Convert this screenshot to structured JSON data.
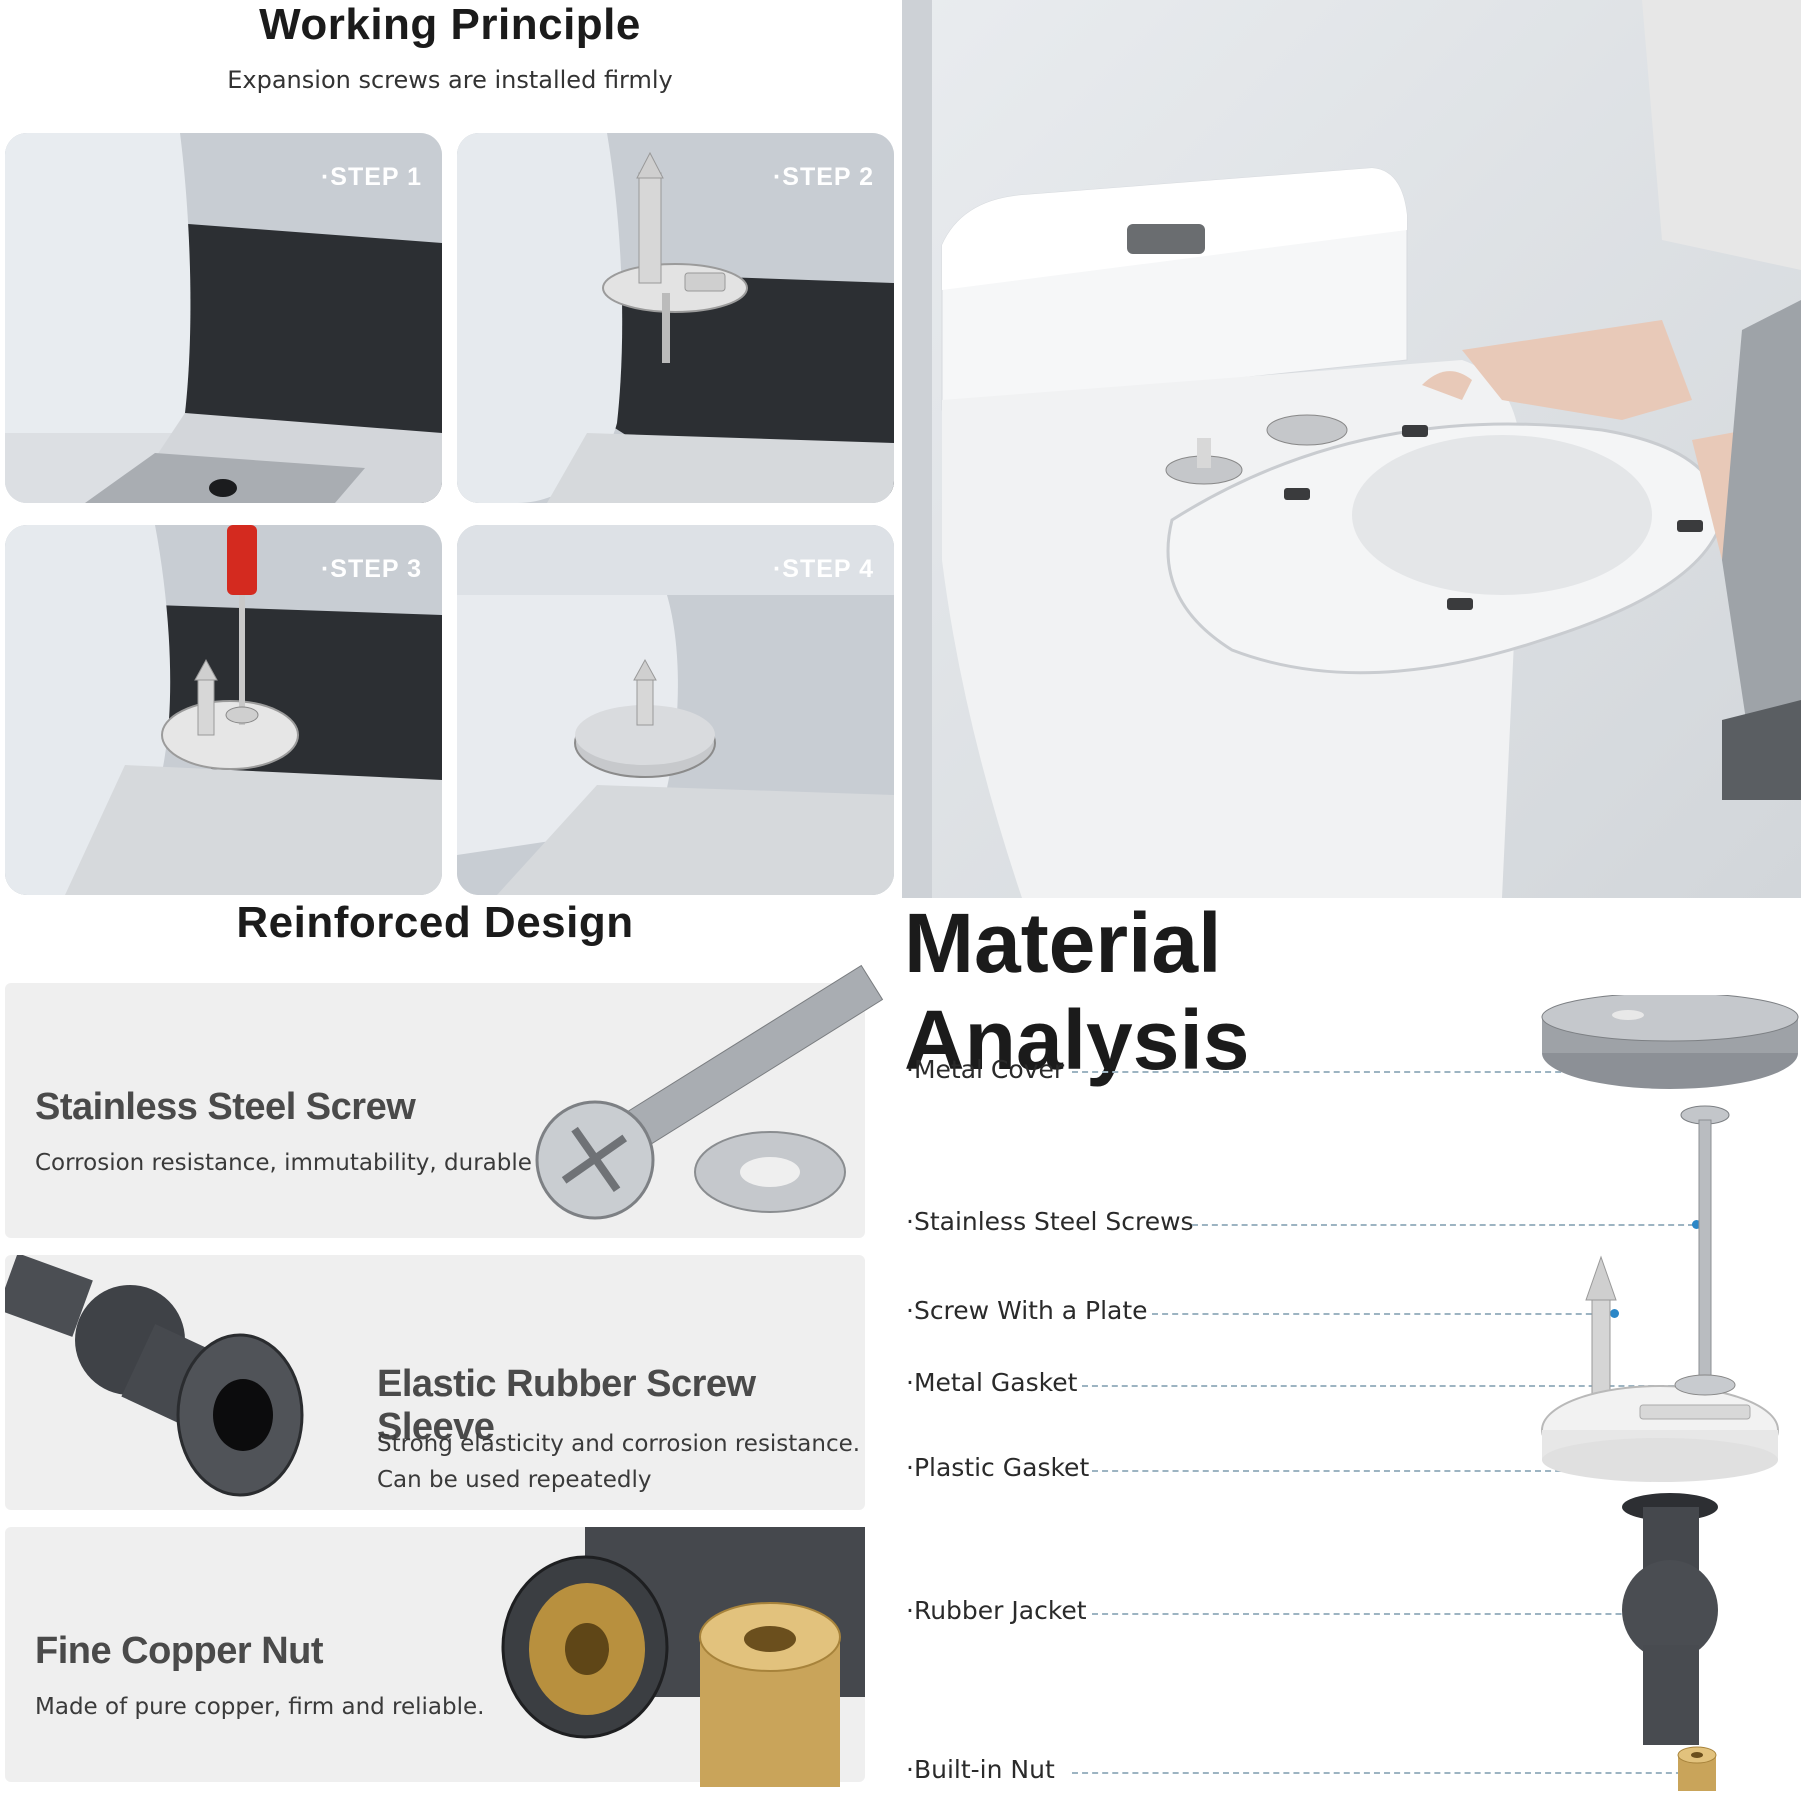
{
  "working_principle": {
    "title": "Working Principle",
    "subtitle": "Expansion screws are installed firmly",
    "steps": [
      {
        "label": "·STEP 1"
      },
      {
        "label": "·STEP 2"
      },
      {
        "label": "·STEP 3"
      },
      {
        "label": "·STEP 4"
      }
    ]
  },
  "reinforced_design": {
    "title": "Reinforced Design",
    "features": [
      {
        "title": "Stainless Steel Screw",
        "desc": "Corrosion resistance, immutability, durable"
      },
      {
        "title": "Elastic Rubber Screw Sleeve",
        "desc_line1": "Strong elasticity and corrosion resistance.",
        "desc_line2": "Can be used repeatedly"
      },
      {
        "title": "Fine Copper Nut",
        "desc": "Made of pure copper, firm and reliable."
      }
    ]
  },
  "material_analysis": {
    "title": "Material Analysis",
    "parts": [
      {
        "label": "·Metal Cover"
      },
      {
        "label": "·Stainless Steel Screws"
      },
      {
        "label": "·Screw With a Plate"
      },
      {
        "label": "·Metal Gasket"
      },
      {
        "label": "·Plastic Gasket"
      },
      {
        "label": "·Rubber Jacket"
      },
      {
        "label": "·Built-in Nut"
      }
    ]
  },
  "colors": {
    "accent_dot": "#2b87c7",
    "brass": "#c9a45a",
    "rubber": "#3c3f44",
    "steel": "#b8bcc1"
  }
}
